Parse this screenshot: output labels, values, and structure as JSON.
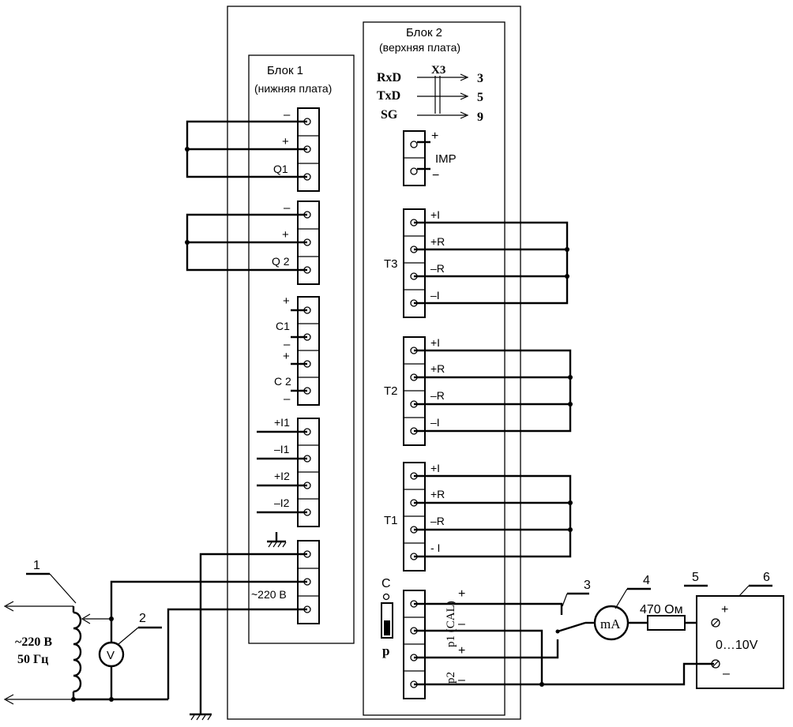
{
  "block1": {
    "title": "Блок 1",
    "subtitle": "(нижняя плата)"
  },
  "block2": {
    "title": "Блок 2",
    "subtitle": "(верхняя плата)"
  },
  "x3": {
    "title": "X3",
    "rxd": "RxD",
    "txd": "TxD",
    "sg": "SG",
    "pin_rxd": "3",
    "pin_txd": "5",
    "pin_sg": "9"
  },
  "imp": {
    "label": "IMP",
    "plus": "+",
    "minus": "−"
  },
  "q1": {
    "label": "Q1",
    "minus": "–",
    "plus": "+"
  },
  "q2": {
    "label": "Q 2",
    "minus": "–",
    "plus": "+"
  },
  "c": {
    "c1": "C1",
    "c2": "C 2",
    "plus1": "+",
    "minus1": "–",
    "plus2": "+",
    "minus2": "–"
  },
  "currents": {
    "i1p": "+I1",
    "i1m": "–I1",
    "i2p": "+I2",
    "i2m": "–I2"
  },
  "power": {
    "label": "~220 В"
  },
  "t3": {
    "label": "T3",
    "pi": "+I",
    "pr": "+R",
    "mr": "–R",
    "mi": "–I"
  },
  "t2": {
    "label": "T2",
    "pi": "+I",
    "pr": "+R",
    "mr": "–R",
    "mi": "–I"
  },
  "t1": {
    "label": "T1",
    "pi": "+I",
    "pr": "+R",
    "mr": "–R",
    "mi": "- I"
  },
  "switch": {
    "c": "C",
    "p": "p"
  },
  "cal": {
    "p1": "p1 (CAL)",
    "p2": "p2",
    "plus1": "+",
    "minus1": "–",
    "plus2": "+",
    "minus2": "–"
  },
  "source": {
    "voltage": "~220 В",
    "freq": "50 Гц"
  },
  "callouts": {
    "n1": "1",
    "n2": "2",
    "n3": "3",
    "n4": "4",
    "n5": "5",
    "n6": "6"
  },
  "meters": {
    "voltmeter": "V",
    "milliammeter": "mA"
  },
  "resistor": {
    "label": "470 Ом"
  },
  "supply": {
    "range": "0…10V",
    "plus": "+",
    "minus": "–"
  }
}
